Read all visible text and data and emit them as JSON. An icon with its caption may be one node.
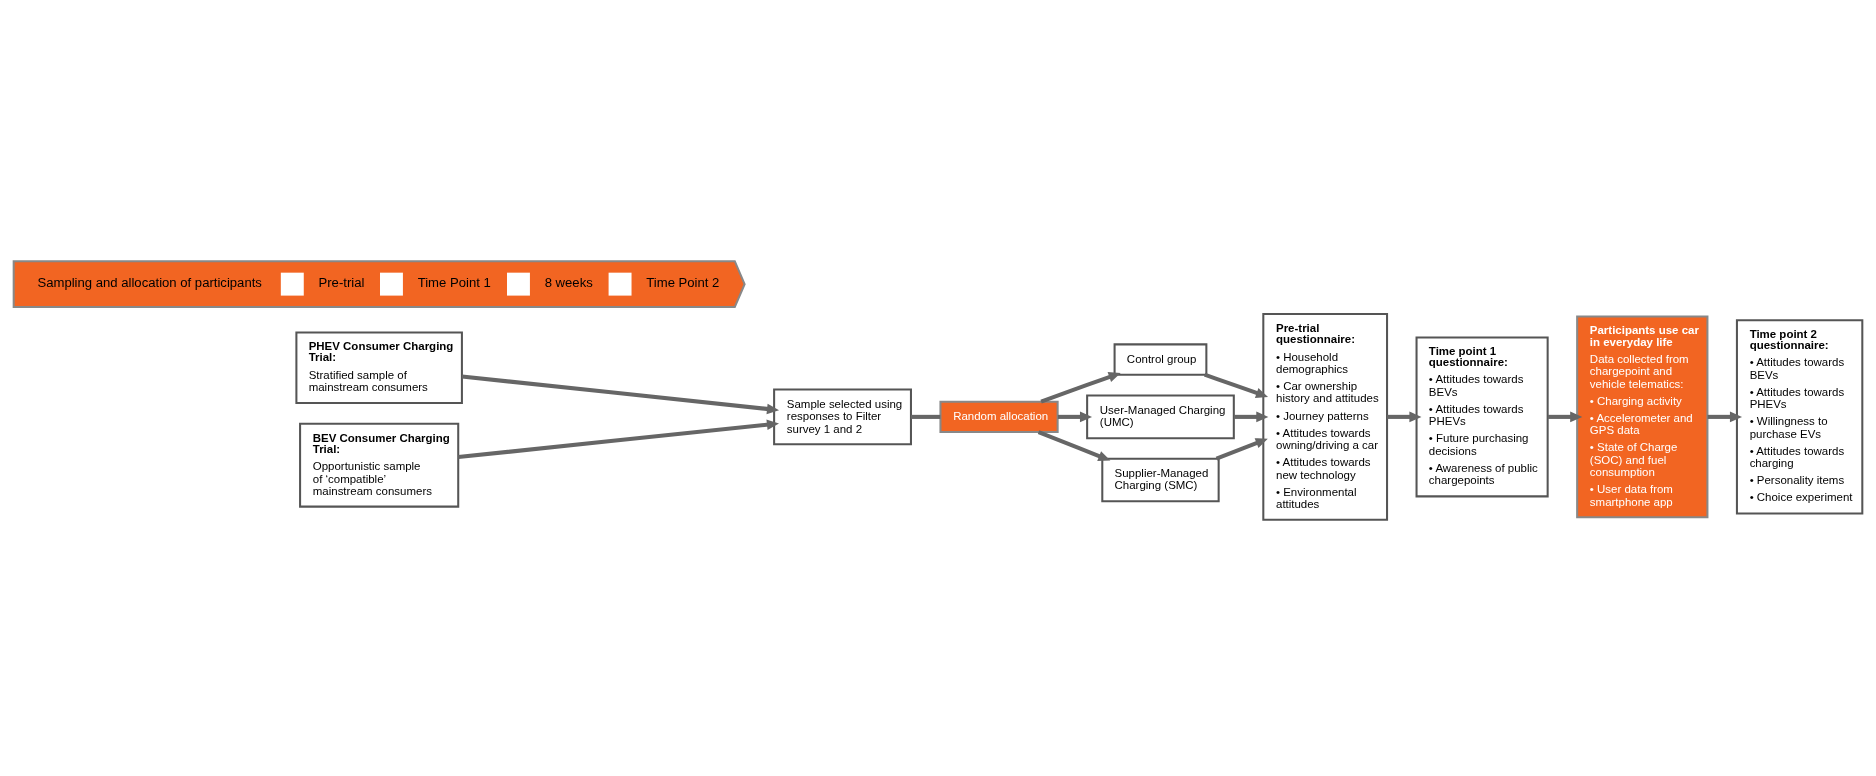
{
  "diagram": {
    "nodes": [
      {
        "text": [
          "Sampling and allocation of participants",
          "Pre-trial",
          "Time Point 1",
          "8 weeks",
          "Time Point 2"
        ]
      },
      {
        "text": [
          "PHEV Consumer Charging Trial:",
          "Stratified sample of mainstream consumers"
        ]
      },
      {
        "text": [
          "BEV Consumer Charging Trial:",
          "Opportunistic sample of ‘compatible’ mainstream consumers"
        ]
      },
      {
        "text": [
          "Sample selected using responses to Filter survey 1 and 2"
        ]
      },
      {
        "text": [
          "Random allocation"
        ]
      },
      {
        "text": [
          "Control group"
        ]
      },
      {
        "text": [
          "User-Managed Charging (UMC)"
        ]
      },
      {
        "text": [
          "Supplier-Managed Charging (SMC)"
        ]
      },
      {
        "text": [
          "Pre-trial questionnaire:",
          "• Household demographics",
          "• Car ownership history and attitudes",
          "• Journey patterns",
          "• Attitudes towards owning/driving a car",
          "• Attitudes towards new technology",
          "• Environmental attitudes"
        ]
      },
      {
        "text": [
          "Time point 1 questionnaire:",
          "• Attitudes towards BEVs",
          "• Attitudes towards PHEVs",
          "• Future purchasing decisions",
          "• Awareness of public chargepoints"
        ]
      },
      {
        "text": [
          "Participants use car in everyday life",
          "Data collected from chargepoint and vehicle telematics:",
          "• Charging activity",
          "• Accelerometer and GPS data",
          "• State of Charge (SOC) and fuel consumption",
          "• User data from smartphone app"
        ]
      },
      {
        "text": [
          "Time point 2 questionnaire:",
          "• Attitudes towards BEVs",
          "• Attitudes towards PHEVs",
          "• Willingness to purchase EVs",
          "• Attitudes towards charging",
          "• Personality items",
          "• Choice experiment"
        ]
      }
    ],
    "edges": [
      {
        "from": 1,
        "to": 3,
        "arrow": "to"
      },
      {
        "from": 2,
        "to": 3,
        "arrow": "to"
      },
      {
        "from": 3,
        "to": 4,
        "arrow": "none"
      },
      {
        "from": 4,
        "to": 5,
        "arrow": "to"
      },
      {
        "from": 4,
        "to": 6,
        "arrow": "to"
      },
      {
        "from": 4,
        "to": 7,
        "arrow": "to"
      },
      {
        "from": 5,
        "to": 8,
        "arrow": "to"
      },
      {
        "from": 6,
        "to": 8,
        "arrow": "to"
      },
      {
        "from": 7,
        "to": 8,
        "arrow": "to"
      },
      {
        "from": 8,
        "to": 9,
        "arrow": "to"
      },
      {
        "from": 9,
        "to": 10,
        "arrow": "to"
      },
      {
        "from": 10,
        "to": 11,
        "arrow": "to"
      }
    ]
  }
}
